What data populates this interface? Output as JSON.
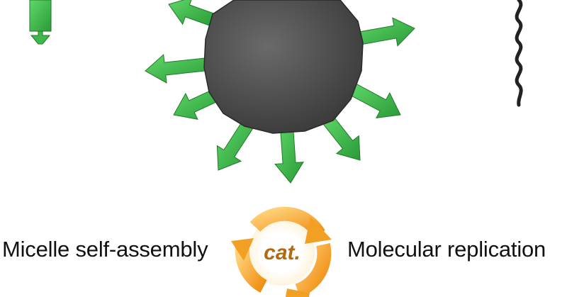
{
  "labels": {
    "left": "Micelle self-assembly",
    "right": "Molecular replication",
    "catalyst": "cat."
  },
  "colors": {
    "arrow_green": "#3fb84a",
    "arrow_green_dark": "#1f7a2a",
    "core_gray": "#4a4a4a",
    "cycle_orange": "#f2a023",
    "catalyst_text": "#b06b10",
    "chain_black": "#222222"
  },
  "icons": {
    "micelle": "micelle-core-icon",
    "amphiphile": "amphiphile-monomer-icon",
    "chain": "wavy-chain-icon",
    "cycle": "catalytic-cycle-icon"
  }
}
